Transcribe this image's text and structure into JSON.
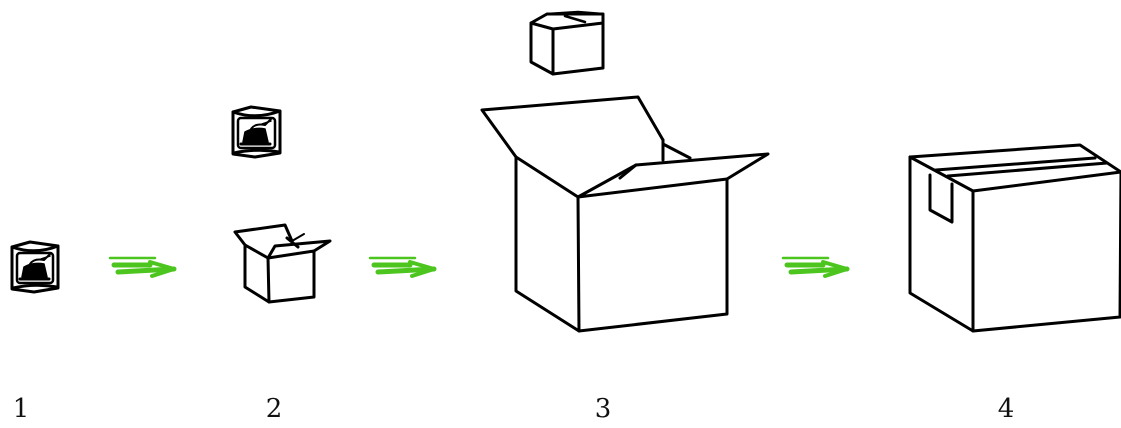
{
  "steps": [
    {
      "label": "1",
      "icon": "iron-in-package-icon"
    },
    {
      "label": "2",
      "icon": "small-open-box-icon"
    },
    {
      "label": "3",
      "icon": "large-open-box-icon"
    },
    {
      "label": "4",
      "icon": "taped-closed-box-icon"
    }
  ],
  "colors": {
    "line": "#000000",
    "arrow": "#4cc51e",
    "background": "#ffffff"
  }
}
